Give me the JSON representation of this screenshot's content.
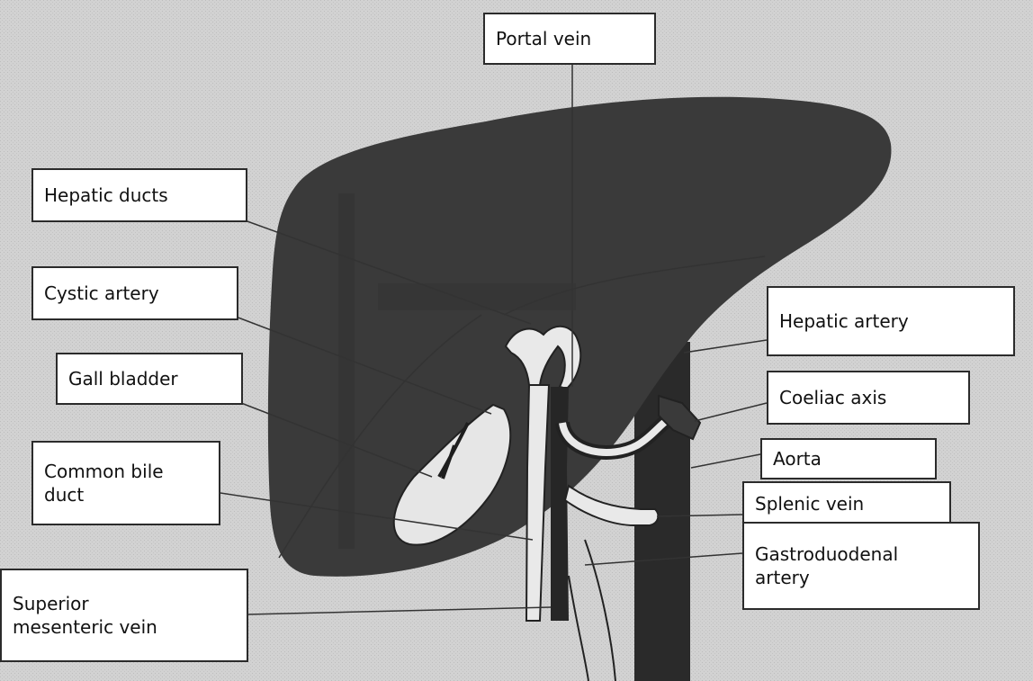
{
  "diagram": {
    "labels": {
      "portal_vein": "Portal vein",
      "hepatic_ducts": "Hepatic ducts",
      "cystic_artery": "Cystic artery",
      "gall_bladder": "Gall bladder",
      "common_bile_duct": "Common bile\nduct",
      "superior_mesenteric_vein": "Superior\nmesenteric vein",
      "hepatic_artery": "Hepatic artery",
      "coeliac_axis": "Coeliac axis",
      "aorta": "Aorta",
      "splenic_vein": "Splenic vein",
      "gastroduodenal_artery": "Gastroduodenal\nartery"
    },
    "colors": {
      "background": "#d2d2d2",
      "liver": "#3a3a3a",
      "vessel_dark": "#262626",
      "vessel_light": "#e9e9e9",
      "leader_line": "#333333"
    }
  }
}
